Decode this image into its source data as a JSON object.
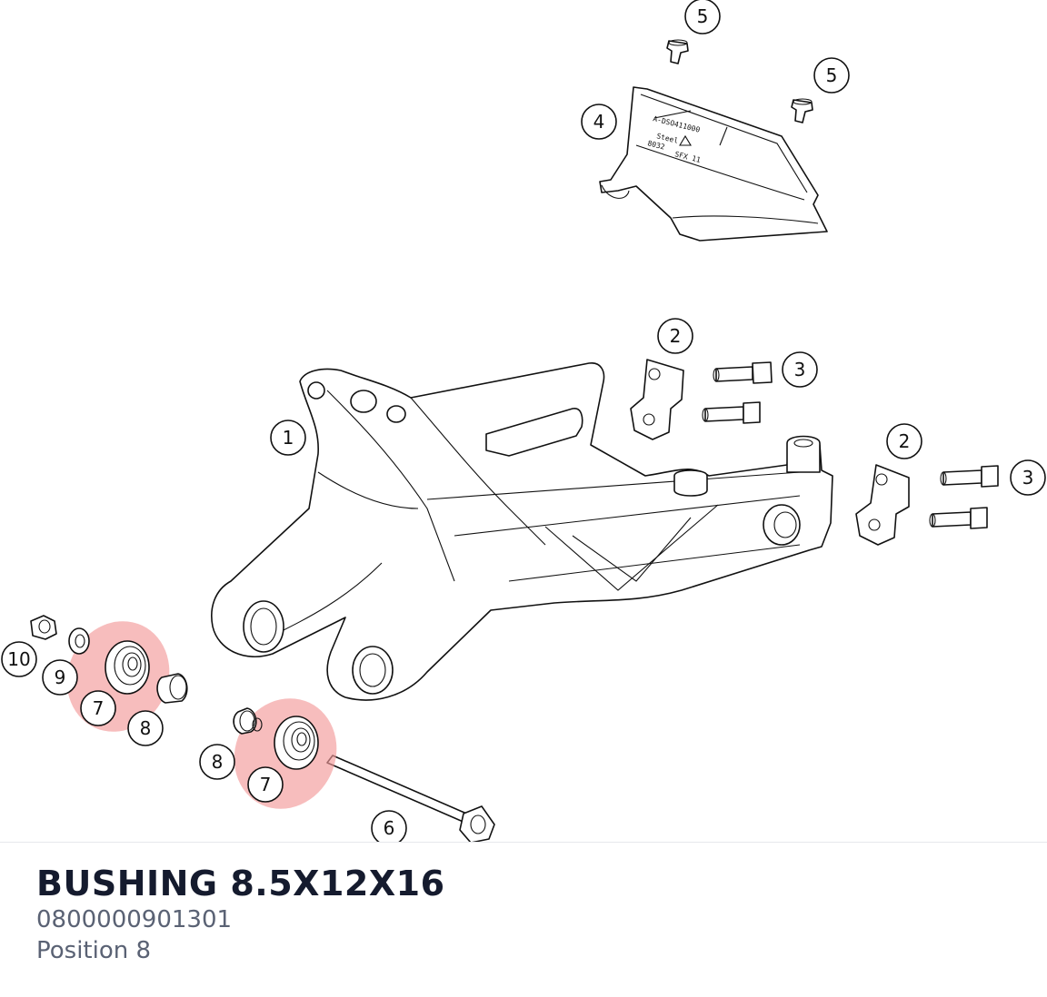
{
  "part": {
    "title": "BUSHING 8.5X12X16",
    "number": "0800000901301",
    "position": "Position 8"
  },
  "callouts": [
    "1",
    "2",
    "3",
    "4",
    "5",
    "6",
    "7",
    "8",
    "9",
    "10"
  ],
  "guard_label": {
    "line1": "A-DSO411000",
    "line2": "Steel",
    "line3": "8032",
    "line4": "SFX 11"
  },
  "highlight_color": "#f29a9a"
}
